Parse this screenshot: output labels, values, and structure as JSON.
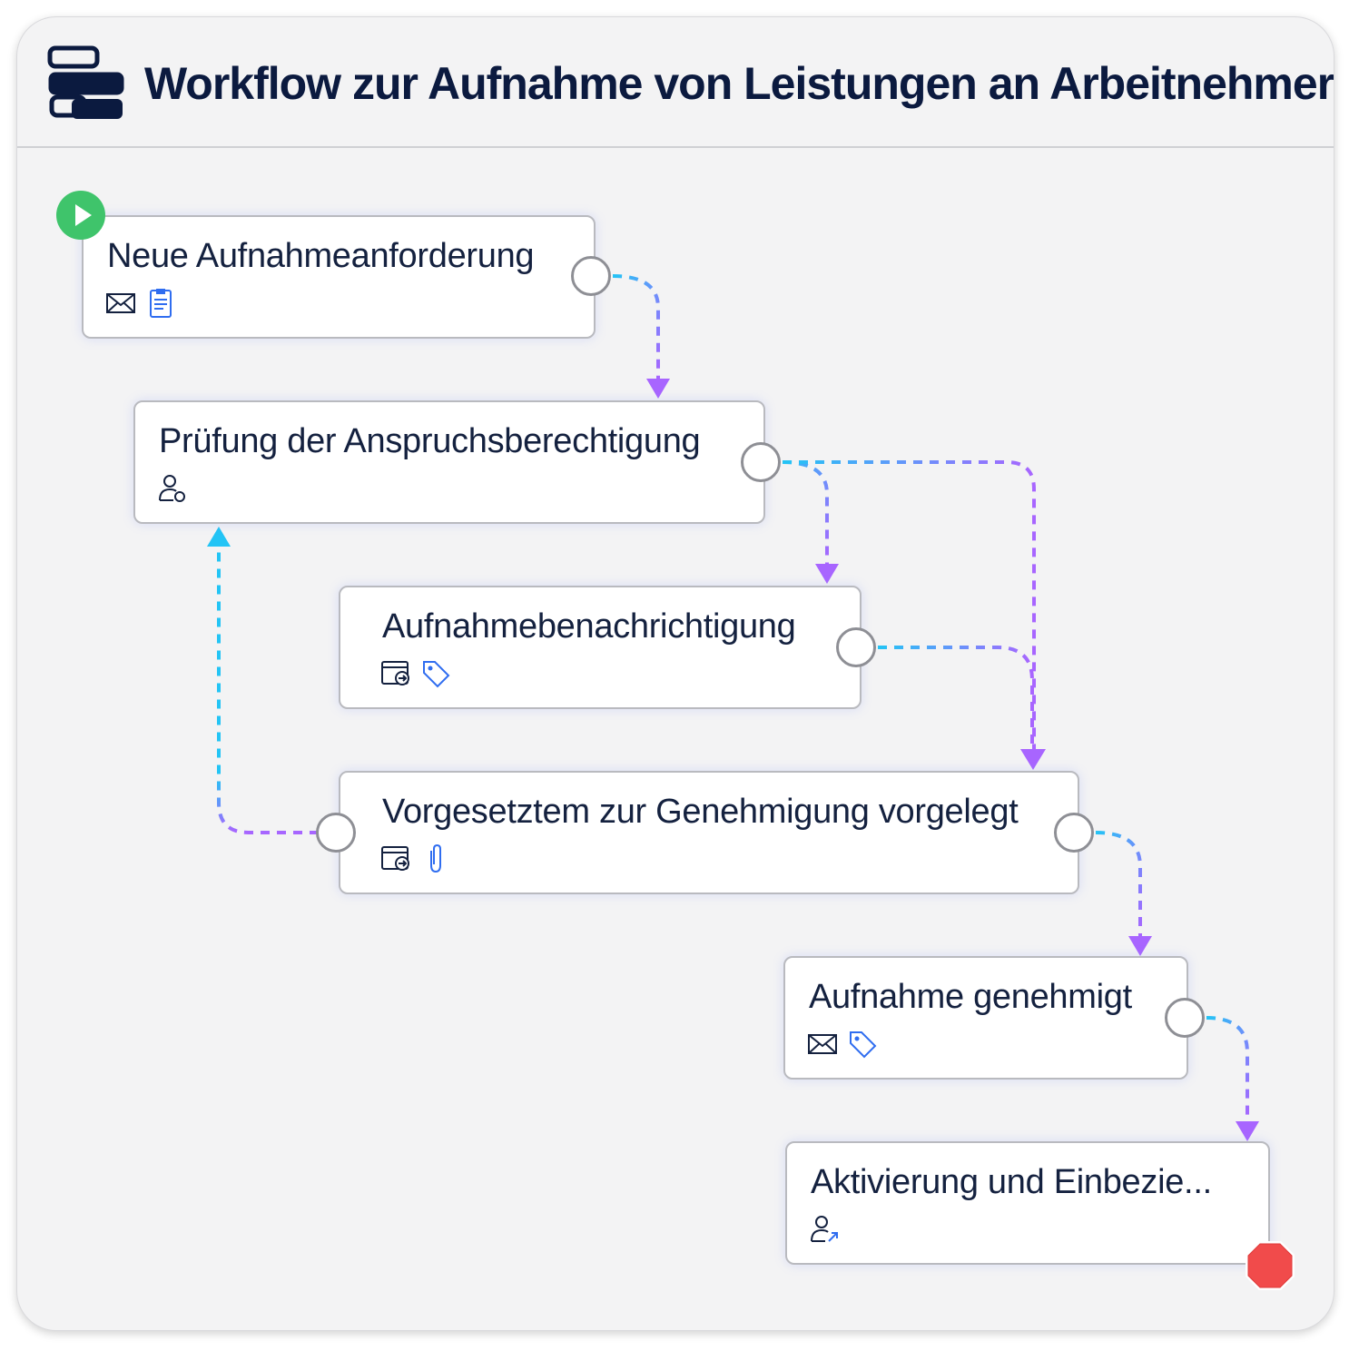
{
  "title": "Workflow zur Aufnahme von Leistungen an Arbeitnehmer",
  "colors": {
    "cyan": "#23c4f5",
    "purple": "#a865ff",
    "start": "#3fc46b",
    "stop": "#f14b4b",
    "title": "#0b1a3f"
  },
  "nodes": [
    {
      "label": "Neue Aufnahmeanforderung",
      "icons": [
        "mail-icon",
        "clipboard-icon"
      ]
    },
    {
      "label": "Prüfung der Anspruchsberechtigung",
      "icons": [
        "user-refresh-icon"
      ]
    },
    {
      "label": "Aufnahmebenachrichtigung",
      "icons": [
        "window-send-icon",
        "tag-icon"
      ]
    },
    {
      "label": "Vorgesetztem zur Genehmigung vorgelegt",
      "icons": [
        "window-send-icon",
        "paperclip-icon"
      ]
    },
    {
      "label": "Aufnahme genehmigt",
      "icons": [
        "mail-icon",
        "tag-icon"
      ]
    },
    {
      "label": "Aktivierung und Einbezie...",
      "icons": [
        "user-arrow-icon"
      ]
    }
  ]
}
